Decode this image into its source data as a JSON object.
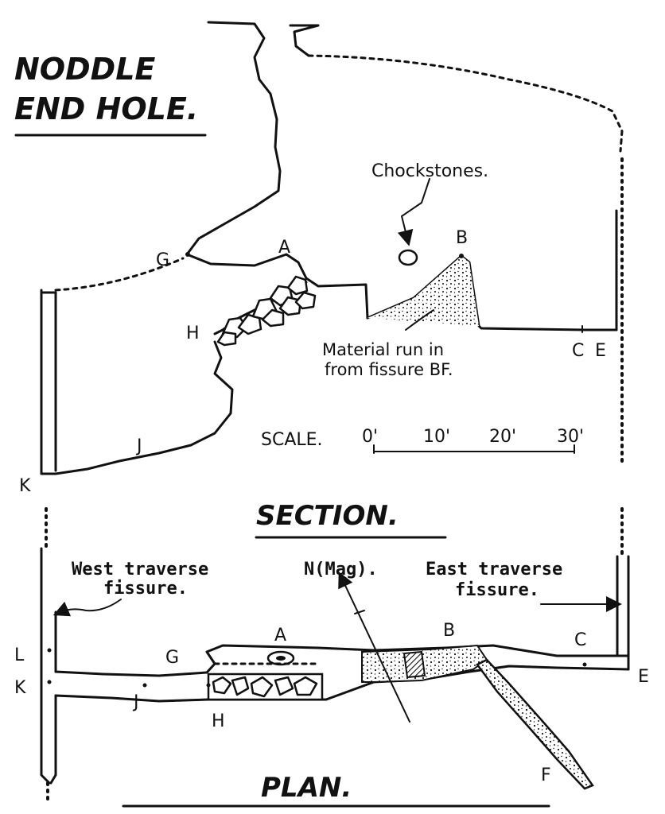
{
  "title": {
    "line1": "NODDLE",
    "line2": "END HOLE."
  },
  "section": {
    "heading": "SECTION.",
    "chockstones_label": "Chockstones.",
    "material_label_line1": "Material run in",
    "material_label_line2": "from fissure BF.",
    "point_labels": {
      "G": "G",
      "A": "A",
      "B": "B",
      "H": "H",
      "C": "C",
      "E": "E",
      "J": "J",
      "K": "K"
    }
  },
  "scale": {
    "label": "SCALE.",
    "ticks": [
      "0'",
      "10'",
      "20'",
      "30'"
    ]
  },
  "plan": {
    "heading": "PLAN.",
    "west_label_line1": "West traverse",
    "west_label_line2": "fissure.",
    "east_label_line1": "East traverse",
    "east_label_line2": "fissure.",
    "north_label": "N(Mag).",
    "point_labels": {
      "L": "L",
      "K": "K",
      "G": "G",
      "A": "A",
      "B": "B",
      "C": "C",
      "E": "E",
      "J": "J",
      "H": "H",
      "F": "F"
    }
  },
  "colors": {
    "ink": "#111111",
    "paper": "#ffffff"
  }
}
